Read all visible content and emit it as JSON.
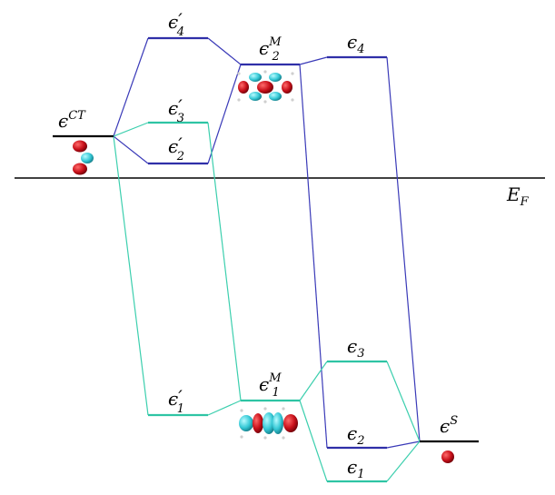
{
  "fermi_label": "E",
  "fermi_sub": "F",
  "levels": {
    "eps_ct": {
      "base": "ϵ",
      "sup": "CT",
      "sub": "",
      "prime": ""
    },
    "eps4p": {
      "base": "ϵ",
      "sup": "",
      "sub": "4",
      "prime": "′"
    },
    "eps3p": {
      "base": "ϵ",
      "sup": "",
      "sub": "3",
      "prime": "′"
    },
    "eps2p": {
      "base": "ϵ",
      "sup": "",
      "sub": "2",
      "prime": "′"
    },
    "eps1p": {
      "base": "ϵ",
      "sup": "",
      "sub": "1",
      "prime": "′"
    },
    "eps2m": {
      "base": "ϵ",
      "sup": "M",
      "sub": "2",
      "prime": ""
    },
    "eps1m": {
      "base": "ϵ",
      "sup": "M",
      "sub": "1",
      "prime": ""
    },
    "eps4": {
      "base": "ϵ",
      "sup": "",
      "sub": "4",
      "prime": ""
    },
    "eps3": {
      "base": "ϵ",
      "sup": "",
      "sub": "3",
      "prime": ""
    },
    "eps2": {
      "base": "ϵ",
      "sup": "",
      "sub": "2",
      "prime": ""
    },
    "eps1": {
      "base": "ϵ",
      "sup": "",
      "sub": "1",
      "prime": ""
    },
    "eps_s": {
      "base": "ϵ",
      "sup": "S",
      "sub": "",
      "prime": ""
    }
  },
  "colors": {
    "blue": "#2f2fa8",
    "teal": "#2ec4a4",
    "orbital_red": "#c8101a",
    "orbital_cyan": "#36c9d6",
    "fermi_line": "#000000"
  },
  "orbital_icons": [
    "ct-orbital-icon",
    "m2-orbital-icon",
    "m1-orbital-icon",
    "s-orbital-icon"
  ]
}
